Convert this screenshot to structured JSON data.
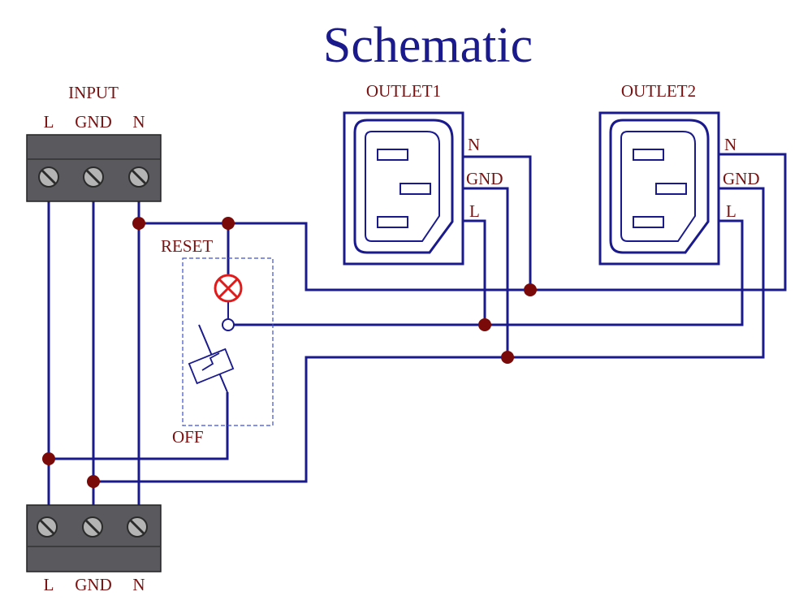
{
  "title": "Schematic",
  "colors": {
    "title": "#1a1a8c",
    "label": "#7a1010",
    "wire": "#1a1a8c",
    "junction": "#7a0a0a",
    "terminal_block": "#5a5a5e",
    "screw": "#b4b4b4",
    "lamp": "#e01b1b",
    "dashed_box": "#3a4fd6"
  },
  "input": {
    "label": "INPUT",
    "terminals": [
      "L",
      "GND",
      "N"
    ]
  },
  "output": {
    "terminals": [
      "L",
      "GND",
      "N"
    ]
  },
  "outlet1": {
    "label": "OUTLET1",
    "pins": [
      "N",
      "GND",
      "L"
    ]
  },
  "outlet2": {
    "label": "OUTLET2",
    "pins": [
      "N",
      "GND",
      "L"
    ]
  },
  "breaker": {
    "reset_label": "RESET",
    "off_label": "OFF",
    "lamp_icon": "indicator-lamp-icon",
    "switch_icon": "thermal-breaker-icon"
  }
}
